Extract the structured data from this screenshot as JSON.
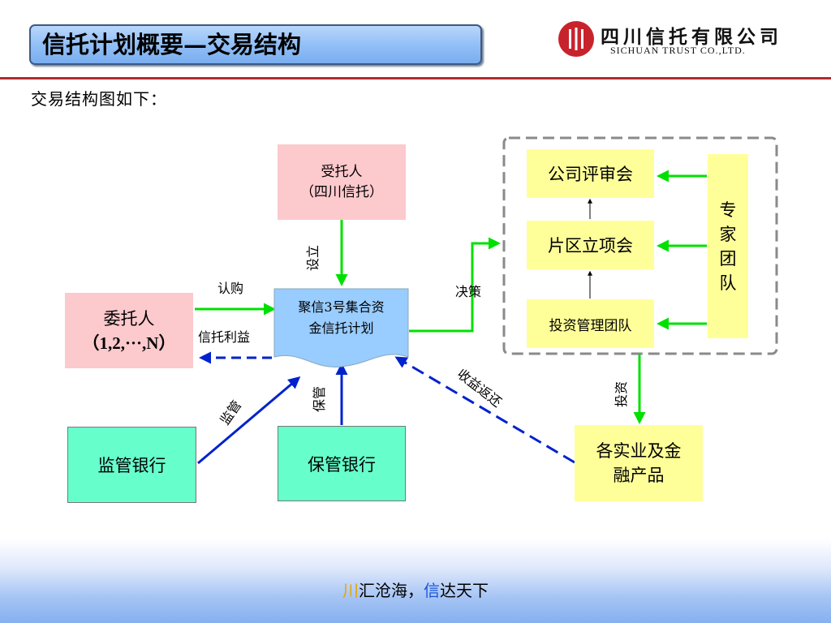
{
  "header": {
    "title": "信托计划概要—交易结构",
    "logo_cn": "四川信托有限公司",
    "logo_en": "SICHUAN TRUST CO.,LTD."
  },
  "intro": "交易结构图如下：",
  "diagram": {
    "trustee": {
      "line1": "受托人",
      "line2": "（四川信托）"
    },
    "settlor": {
      "line1": "委托人",
      "line2": "（1,2,···,N）"
    },
    "plan": {
      "line1": "聚信3号集合资",
      "line2": "金信托计划"
    },
    "supervisory_bank": "监管银行",
    "custodian_bank": "保管银行",
    "investment": {
      "line1": "各实业及金",
      "line2": "融产品"
    },
    "review_committee": "公司评审会",
    "project_committee": "片区立项会",
    "investment_team": "投资管理团队",
    "expert_team": [
      "专",
      "家",
      "团",
      "队"
    ],
    "edge_labels": {
      "establish": "设立",
      "subscribe": "认购",
      "trust_benefit": "信托利益",
      "decision": "决策",
      "supervise": "监管",
      "custody": "保管",
      "return": "收益返还",
      "invest": "投资"
    }
  },
  "footer": {
    "slogan_part1": "川",
    "slogan_part2": "汇沧海，",
    "slogan_part3": "信",
    "slogan_part4": "达天下"
  },
  "colors": {
    "arrow_green": "#00e000",
    "arrow_blue": "#0022cc",
    "accent_red": "#b22a2e",
    "plan_blue": "#99ccff"
  }
}
